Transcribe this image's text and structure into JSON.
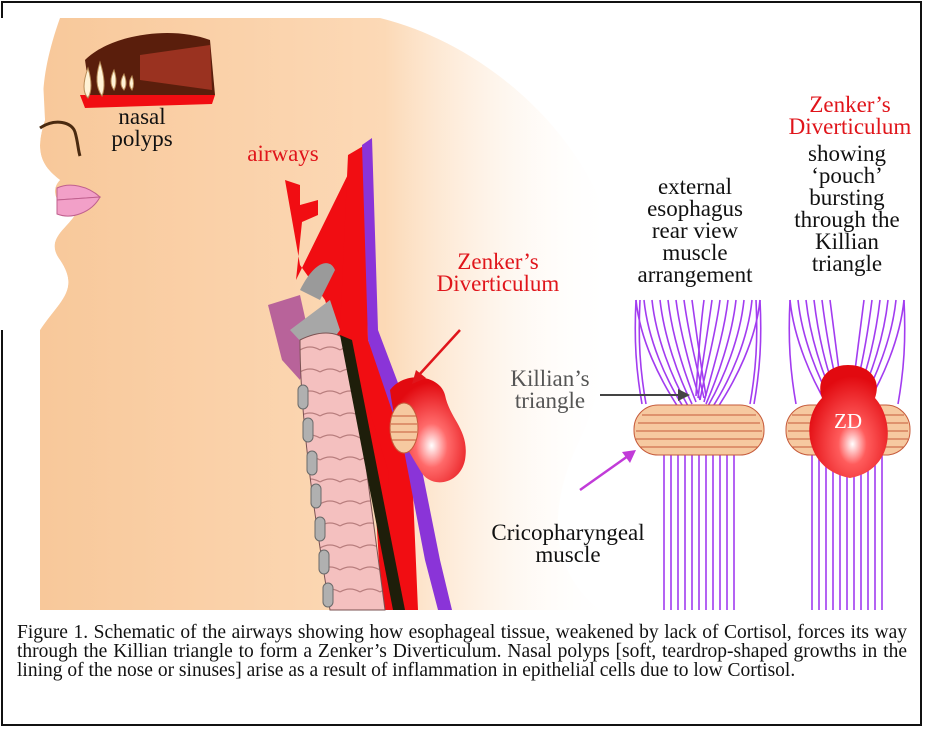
{
  "labels": {
    "nasal_polyps": [
      "nasal",
      "polyps"
    ],
    "airways": "airways",
    "zenker_left": [
      "Zenker’s",
      "Diverticulum"
    ],
    "zenker_right": [
      "Zenker’s",
      "Diverticulum"
    ],
    "showing": [
      "showing",
      "‘pouch’",
      "bursting",
      "through the",
      "Killian",
      "triangle"
    ],
    "external": [
      "external",
      "esophagus",
      "rear view",
      "muscle",
      "arrangement"
    ],
    "killians": [
      "Killian’s",
      "triangle"
    ],
    "cricopharyngeal": [
      "Cricopharyngeal",
      "muscle"
    ],
    "zd": "ZD"
  },
  "caption": "Figure 1. Schematic of the airways showing how esophageal tissue, weakened by lack of Cortisol, forces its way through the Killian triangle to form a Zenker’s Diverticulum. Nasal polyps [soft, teardrop-shaped growths in the lining of the nose or sinuses] arise as a result of inflammation in epithelial cells due to low Cortisol.",
  "colors": {
    "skin": "#fbd2a8",
    "airway_red": "#f10d12",
    "muscle_purple": "#a23cf0",
    "sphincter": "#f6c9a0",
    "trachea_pink": "#f3b9b9",
    "arrow_purple": "#c13bd8",
    "arrow_red": "#e0151b"
  }
}
